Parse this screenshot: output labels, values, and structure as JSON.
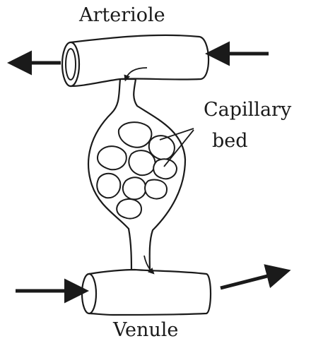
{
  "labels": {
    "arteriole": "Arteriole",
    "capillary_line1": "Capillary",
    "capillary_line2": "bed",
    "venule": "Venule"
  },
  "icons": [
    "arrow-left-icon",
    "arrow-right-icon",
    "flow-arrow-icon"
  ],
  "colors": {
    "ink": "#1a1a1a",
    "background": "#ffffff"
  }
}
